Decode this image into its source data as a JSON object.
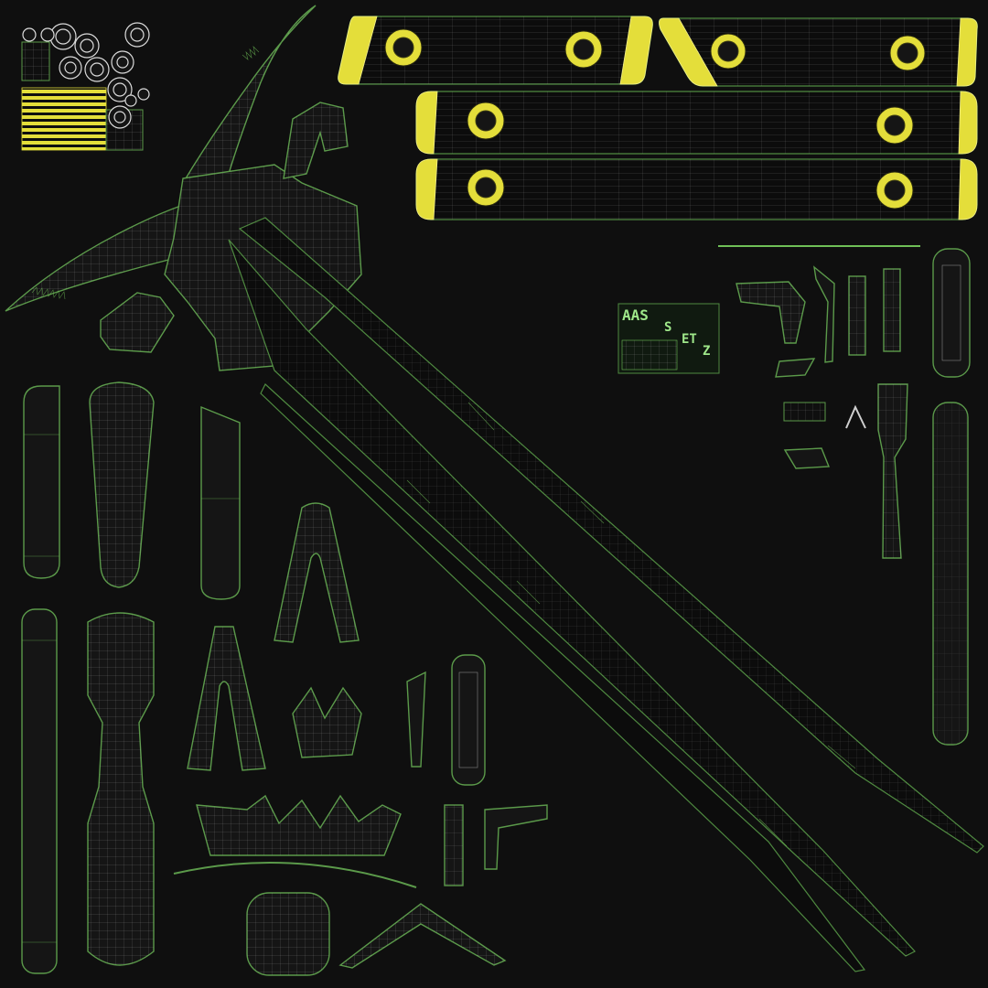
{
  "texture_labels": {
    "line1": "AAS",
    "line2": "S",
    "line3": "ET",
    "line4": "Z"
  },
  "colors": {
    "background": "#0f0f0f",
    "outline": "#5b9a4a",
    "wireframe": "#cfcfcf",
    "highlight": "#e4de3a"
  }
}
